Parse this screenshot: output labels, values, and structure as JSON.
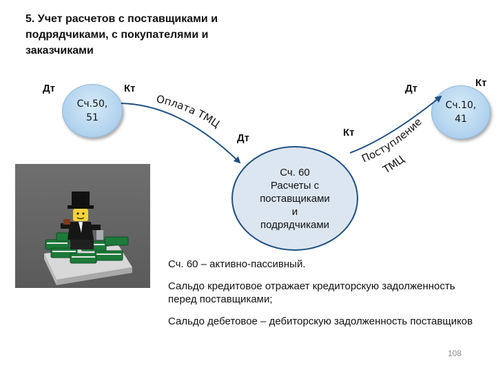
{
  "title": "5. Учет расчетов с поставщиками и подрядчиками, с покупателями и заказчиками",
  "nodes": {
    "left": {
      "label_line1": "Сч.50,",
      "label_line2": "51",
      "debit": "Дт",
      "credit": "Кт"
    },
    "center": {
      "line1": "Сч. 60",
      "line2": "Расчеты с",
      "line3": "поставщиками",
      "line4": "и",
      "line5": "подрядчиками",
      "debit": "Дт",
      "credit": "Кт"
    },
    "right": {
      "label_line1": "Сч.10,",
      "label_line2": "41",
      "debit": "Дт",
      "credit": "Кт"
    }
  },
  "edges": {
    "payment": "Оплата ТМЦ",
    "receipt_line1": "Поступление",
    "receipt_line2": "ТМЦ"
  },
  "notes": [
    "Сч. 60 – активно-пассивный.",
    "Сальдо кредитовое отражает кредиторскую задолженность перед поставщиками;",
    "Сальдо дебетовое – дебиторскую задолженность поставщиков"
  ],
  "page_number": "108",
  "colors": {
    "arrow": "#1f4f82",
    "small_node_fill": "#b5d5ef",
    "center_node_fill": "#dce6f1",
    "center_node_border": "#1f4f82"
  }
}
